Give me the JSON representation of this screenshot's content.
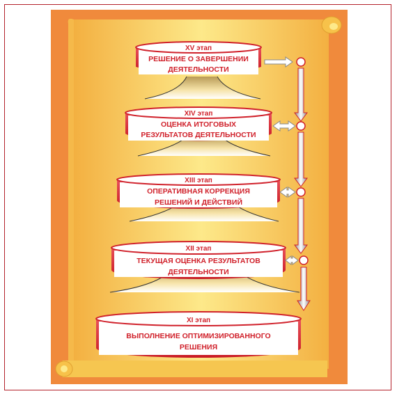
{
  "colors": {
    "frame": "#b3202a",
    "panel_outer": "#f08a3c",
    "scroll_light": "#fde98a",
    "scroll_mid": "#f7c24a",
    "scroll_dark": "#ee9a32",
    "drum_red": "#d0202a",
    "drum_face": "#ffffff",
    "text_red": "#d0202a",
    "arrow_grey": "#8a8a8a"
  },
  "stages": [
    {
      "id": "xv",
      "title": "XV этап",
      "lines": [
        "РЕШЕНИЕ О ЗАВЕРШЕНИИ",
        "ДЕЯТЕЛЬНОСТИ"
      ]
    },
    {
      "id": "xiv",
      "title": "XIV этап",
      "lines": [
        "ОЦЕНКА ИТОГОВЫХ",
        "РЕЗУЛЬТАТОВ ДЕЯТЕЛЬНОСТИ"
      ]
    },
    {
      "id": "xiii",
      "title": "XIII этап",
      "lines": [
        "ОПЕРАТИВНАЯ КОРРЕКЦИЯ",
        "РЕШЕНИЙ И ДЕЙСТВИЙ"
      ]
    },
    {
      "id": "xii",
      "title": "XII этап",
      "lines": [
        "ТЕКУЩАЯ ОЦЕНКА РЕЗУЛЬТАТОВ",
        "ДЕЯТЕЛЬНОСТИ"
      ]
    },
    {
      "id": "xi",
      "title": "XI этап",
      "lines": [
        "ВЫПОЛНЕНИЕ ОПТИМИЗИРОВАННОГО",
        "РЕШЕНИЯ"
      ]
    }
  ]
}
